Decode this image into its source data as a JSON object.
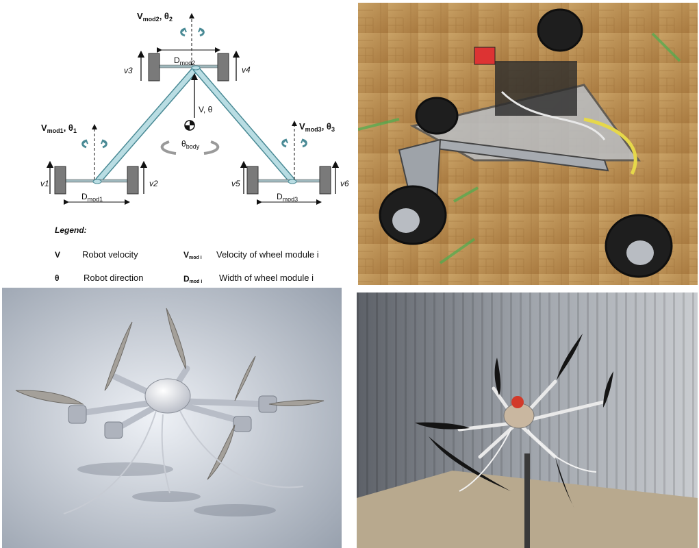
{
  "diagram": {
    "module2": {
      "velocity": "V",
      "velocity_sub": "mod2",
      "angle": "θ",
      "angle_sub": "2",
      "width": "D",
      "width_sub": "mod2",
      "left_wheel": "v3",
      "right_wheel": "v4"
    },
    "module1": {
      "velocity": "V",
      "velocity_sub": "mod1",
      "angle": "θ",
      "angle_sub": "1",
      "width": "D",
      "width_sub": "mod1",
      "left_wheel": "v1",
      "right_wheel": "v2"
    },
    "module3": {
      "velocity": "V",
      "velocity_sub": "mod3",
      "angle": "θ",
      "angle_sub": "3",
      "width": "D",
      "width_sub": "mod3",
      "left_wheel": "v5",
      "right_wheel": "v6"
    },
    "body": {
      "velocity_label": "V, θ",
      "angle": "θ",
      "angle_sub": "body"
    },
    "legend": {
      "title": "Legend:",
      "items": [
        {
          "symbol": "V",
          "symbol_sub": "",
          "text": "Robot velocity"
        },
        {
          "symbol": "θ",
          "symbol_sub": "",
          "text": "Robot direction"
        },
        {
          "symbol": "V",
          "symbol_sub": "mod i",
          "text": "Velocity of wheel module i"
        },
        {
          "symbol": "D",
          "symbol_sub": "mod i",
          "text": "Width of wheel module i"
        }
      ]
    }
  },
  "colors": {
    "strut": "#b9dde3",
    "strut_edge": "#4a8a95",
    "wheel": "#7a7a7a",
    "floor": "#b98a4a",
    "metal": "#c8ccd2"
  }
}
